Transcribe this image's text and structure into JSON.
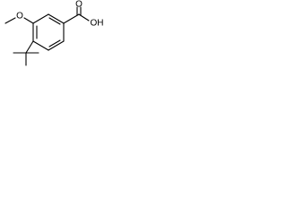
{
  "molecule": {
    "labels": {
      "methoxy": "O",
      "carboxyl_oh": "OH",
      "carboxyl_o": "O"
    }
  }
}
